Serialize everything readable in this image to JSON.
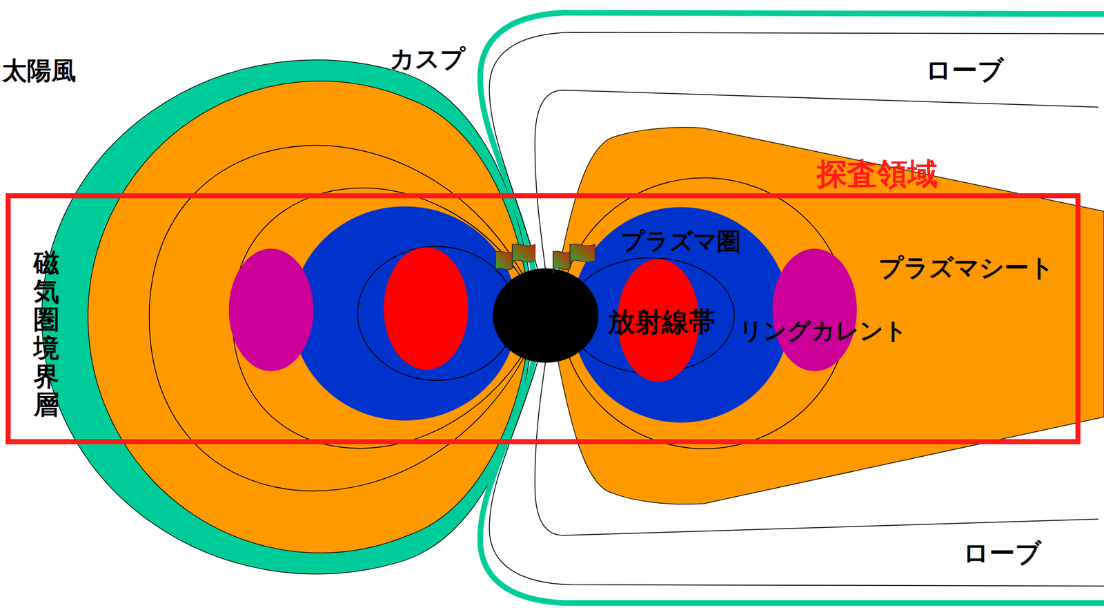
{
  "diagram": {
    "nodes": [
      {
        "text": [
          "探査領域"
        ]
      },
      {
        "text": [
          "プラズマ圏"
        ],
        "in": 0
      }
    ],
    "labels": [
      "太陽風",
      "カスプ",
      "ローブ",
      "磁気圏境界層",
      "プラズマシート",
      "放射線帯",
      "リングカレント",
      "ローブ"
    ]
  }
}
